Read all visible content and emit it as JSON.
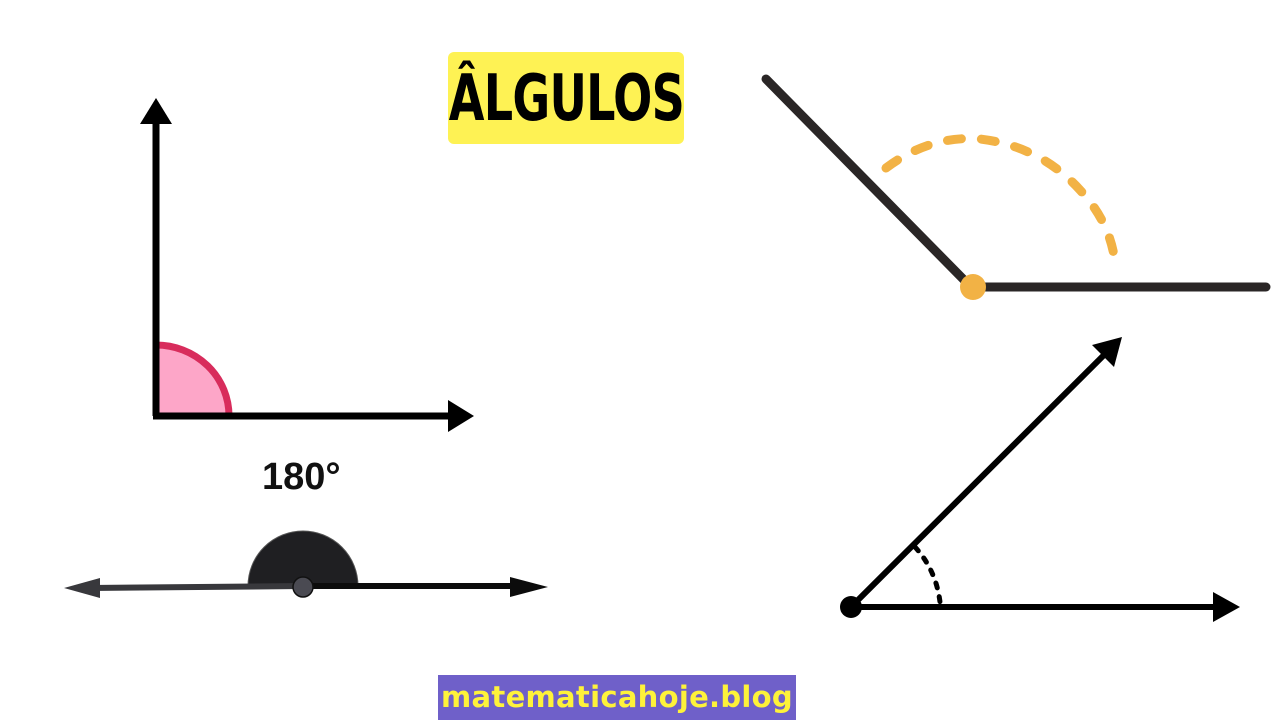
{
  "title": {
    "text": "ÂLGULOS",
    "background": "#fef254",
    "color": "#000000"
  },
  "diagrams": {
    "right_angle": {
      "description": "90° right angle with two perpendicular arrows",
      "fill_color": "#fda6c8",
      "arc_color": "#d82c5c"
    },
    "straight_angle": {
      "label": "180°",
      "description": "Straight angle with double-headed line and dark semicircle",
      "semicircle_color": "#1f1f22",
      "vertex_color": "#4a4a52"
    },
    "obtuse_angle": {
      "description": "Obtuse angle with dashed orange arc",
      "arc_color": "#f2b245",
      "vertex_color": "#f2b245",
      "line_color": "#2a2626"
    },
    "acute_angle": {
      "description": "Acute angle with dotted arc and two arrows",
      "line_color": "#000000"
    }
  },
  "footer": {
    "text": "matematicahoje.blog",
    "background": "#6f60c9",
    "color": "#fef23a"
  }
}
